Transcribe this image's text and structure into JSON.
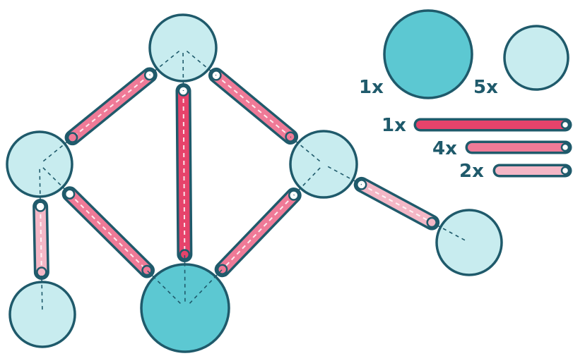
{
  "colors": {
    "outline": "#1f5a6b",
    "node_light": "#c8ecef",
    "node_dark": "#5cc8d2",
    "rod_red": "#e6436b",
    "rod_mid": "#ef7a97",
    "rod_light": "#f4b7c6",
    "label": "#1f5a6b"
  },
  "legend": {
    "spheres": [
      {
        "count": "1x",
        "size": "large",
        "fill": "dark"
      },
      {
        "count": "5x",
        "size": "small",
        "fill": "light"
      }
    ],
    "rods": [
      {
        "count": "1x",
        "length": "long",
        "fill": "red"
      },
      {
        "count": "4x",
        "length": "medium",
        "fill": "mid"
      },
      {
        "count": "2x",
        "length": "short",
        "fill": "light"
      }
    ]
  },
  "diagram": {
    "nodes": [
      {
        "id": "top",
        "size": "small",
        "fill": "light"
      },
      {
        "id": "left",
        "size": "small",
        "fill": "light"
      },
      {
        "id": "bottom-left",
        "size": "small",
        "fill": "light"
      },
      {
        "id": "bottom-center",
        "size": "large",
        "fill": "dark"
      },
      {
        "id": "right",
        "size": "small",
        "fill": "light"
      },
      {
        "id": "far-right",
        "size": "small",
        "fill": "light"
      }
    ],
    "connections": [
      {
        "from": "top",
        "to": "left",
        "fill": "mid"
      },
      {
        "from": "top",
        "to": "right",
        "fill": "mid"
      },
      {
        "from": "top",
        "to": "bottom-center",
        "fill": "red"
      },
      {
        "from": "left",
        "to": "bottom-center",
        "fill": "mid"
      },
      {
        "from": "right",
        "to": "bottom-center",
        "fill": "mid"
      },
      {
        "from": "left",
        "to": "bottom-left",
        "fill": "light"
      },
      {
        "from": "right",
        "to": "far-right",
        "fill": "light"
      }
    ]
  }
}
